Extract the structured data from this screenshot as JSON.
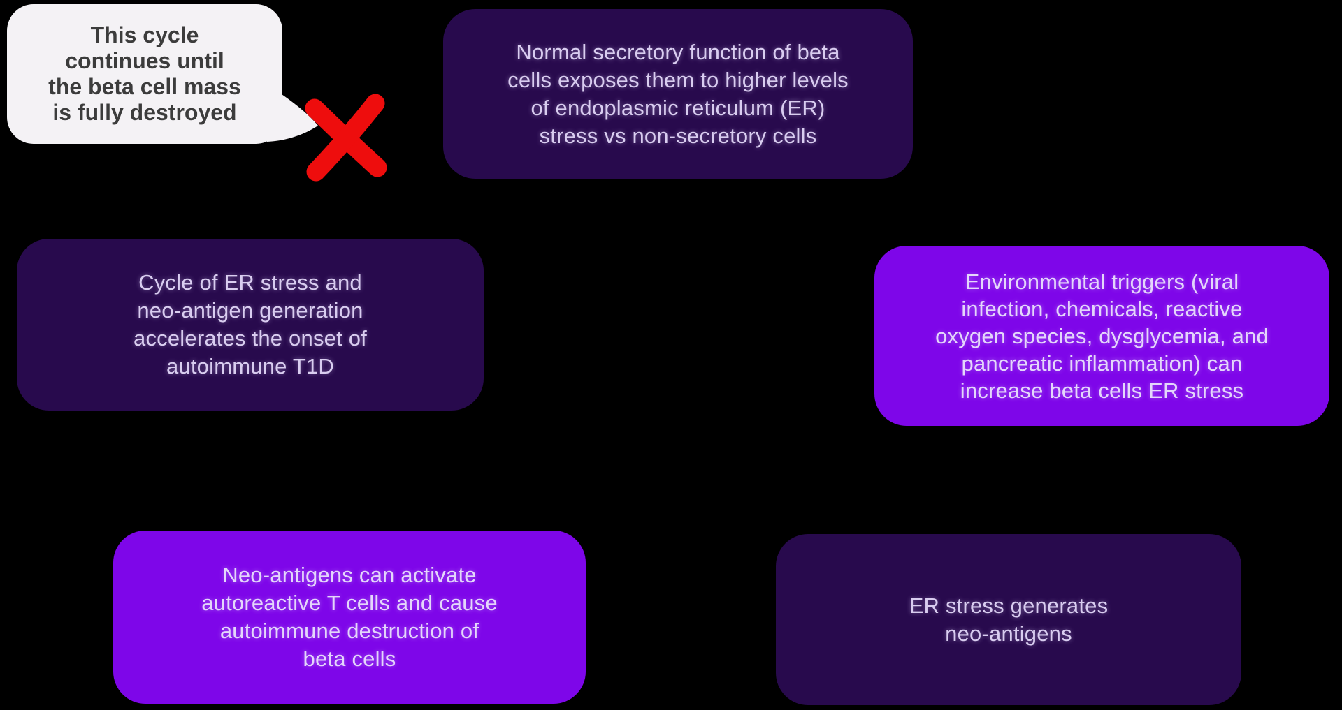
{
  "colors": {
    "background": "#000000",
    "dark_node": "#280a4d",
    "bright_node": "#7e06e9",
    "node_text": "#d9cdf0",
    "bubble_bg": "#f4f2f5",
    "bubble_text": "#3c3c3c",
    "x_mark": "#ee0d0d"
  },
  "speech_bubble": {
    "text": "This cycle\ncontinues until\nthe beta cell mass\nis fully destroyed"
  },
  "nodes": {
    "normal_secretory": {
      "variant": "dark",
      "text": "Normal secretory function of beta\ncells exposes them to higher levels\nof endoplasmic reticulum (ER)\nstress vs non-secretory cells"
    },
    "environmental_triggers": {
      "variant": "bright",
      "text": "Environmental triggers (viral\ninfection, chemicals, reactive\noxygen species, dysglycemia, and\npancreatic inflammation) can\nincrease beta cells ER stress"
    },
    "er_stress_generates": {
      "variant": "dark",
      "text": "ER stress generates\nneo-antigens"
    },
    "neo_antigens_activate": {
      "variant": "bright",
      "text": "Neo-antigens can activate\nautoreactive T cells and cause\nautoimmune destruction of\nbeta cells"
    },
    "cycle_accelerates": {
      "variant": "dark",
      "text": "Cycle of ER stress and\nneo-antigen generation\naccelerates the onset of\nautoimmune T1D"
    }
  },
  "icons": {
    "red_x": "hand-drawn red X rejection mark",
    "bubble_tail": "speech bubble pointer toward red X"
  }
}
